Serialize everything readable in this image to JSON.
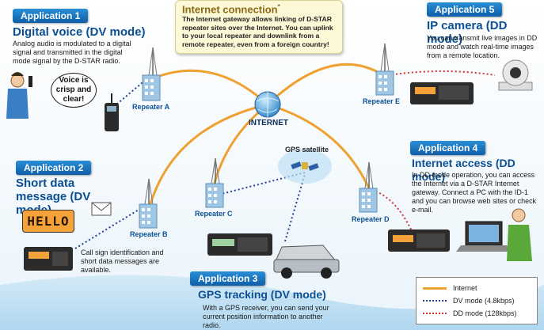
{
  "internet_box": {
    "title": "Internet connection",
    "title_mark": "*",
    "text": "The Internet gateway allows linking of D-STAR repeater sites over the Internet. You can uplink to your local repeater and downlink from a remote repeater, even from a foreign country!"
  },
  "internet_label": "INTERNET",
  "applications": [
    {
      "tag": "Application 1",
      "title": "Digital voice (DV mode)",
      "desc": "Analog audio is modulated to a digital signal and transmitted in the digital mode signal by the D-STAR radio."
    },
    {
      "tag": "Application 2",
      "title": "Short data message (DV mode)",
      "desc": "Call sign identification and short data messages are available."
    },
    {
      "tag": "Application 3",
      "title": "GPS tracking (DV mode)",
      "desc": "With a GPS receiver, you can send your current position information to another radio."
    },
    {
      "tag": "Application 4",
      "title": "Internet access (DD mode)",
      "desc": "In DD mode operation, you can access the Internet via a D-STAR Internet gateway. Connect a PC with the ID-1 and you can browse web sites or check e-mail."
    },
    {
      "tag": "Application 5",
      "title": "IP camera (DD mode)",
      "desc": "You can transmit live images in DD mode and watch real-time images from a remote location."
    }
  ],
  "speech_bubble": "Voice is crisp and clear!",
  "lcd_text": "HELLO",
  "repeaters": [
    "Repeater A",
    "Repeater B",
    "Repeater C",
    "Repeater D",
    "Repeater E"
  ],
  "gps_label": "GPS satellite",
  "legend": [
    {
      "label": "Internet",
      "color": "#f0a030",
      "style": "solid"
    },
    {
      "label": "DV mode (4.8kbps)",
      "color": "#1f3f95",
      "style": "dotted"
    },
    {
      "label": "DD mode (128kbps)",
      "color": "#d93030",
      "style": "dotted"
    }
  ],
  "colors": {
    "internet": "#f0a030",
    "dv": "#1f3f95",
    "dd": "#d93030",
    "accent": "#0b4f93"
  }
}
